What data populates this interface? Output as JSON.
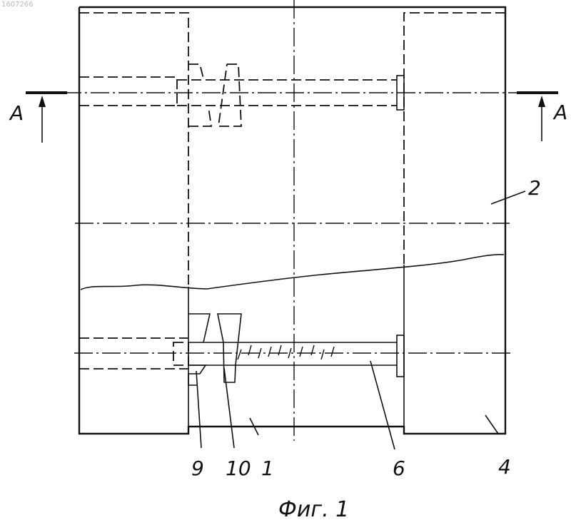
{
  "stamp": "1607266",
  "section_marks": {
    "left": "A",
    "right": "A"
  },
  "leaders": {
    "l1": "1",
    "l2": "2",
    "l4": "4",
    "l6": "6",
    "l9": "9",
    "l10": "10"
  },
  "caption": "Фиг. 1"
}
